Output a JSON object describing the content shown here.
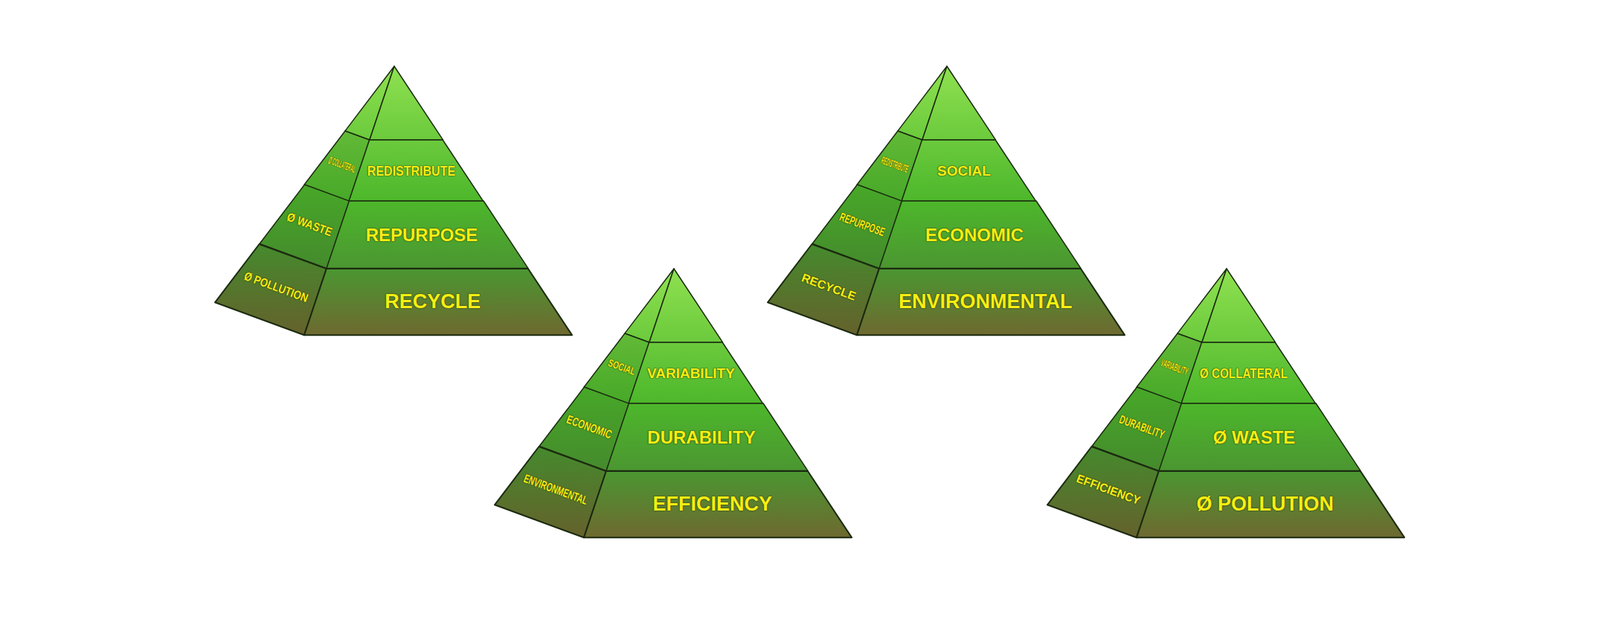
{
  "diagram": {
    "nodes": [
      {
        "text": [
          "Ø COLLATERAL"
        ]
      },
      {
        "text": [
          "REDISTRIBUTE"
        ]
      },
      {
        "text": [
          "Ø WASTE"
        ]
      },
      {
        "text": [
          "REPURPOSE"
        ]
      },
      {
        "text": [
          "Ø POLLUTION"
        ]
      },
      {
        "text": [
          "RECYCLE"
        ]
      },
      {
        "text": [
          "SOCIAL"
        ]
      },
      {
        "text": [
          "VARIABILITY"
        ]
      },
      {
        "text": [
          "ECONOMIC"
        ]
      },
      {
        "text": [
          "DURABILITY"
        ]
      },
      {
        "text": [
          "ENVIRONMENTAL"
        ]
      },
      {
        "text": [
          "EFFICIENCY"
        ]
      },
      {
        "text": [
          "REDISTRIBUTE"
        ]
      },
      {
        "text": [
          "SOCIAL"
        ]
      },
      {
        "text": [
          "REPURPOSE"
        ]
      },
      {
        "text": [
          "ECONOMIC"
        ]
      },
      {
        "text": [
          "RECYCLE"
        ]
      },
      {
        "text": [
          "ENVIRONMENTAL"
        ]
      },
      {
        "text": [
          "VARIABILITY"
        ]
      },
      {
        "text": [
          "Ø COLLATERAL"
        ]
      },
      {
        "text": [
          "DURABILITY"
        ]
      },
      {
        "text": [
          "Ø WASTE"
        ]
      },
      {
        "text": [
          "EFFICIENCY"
        ]
      },
      {
        "text": [
          "Ø POLLUTION"
        ]
      }
    ]
  }
}
